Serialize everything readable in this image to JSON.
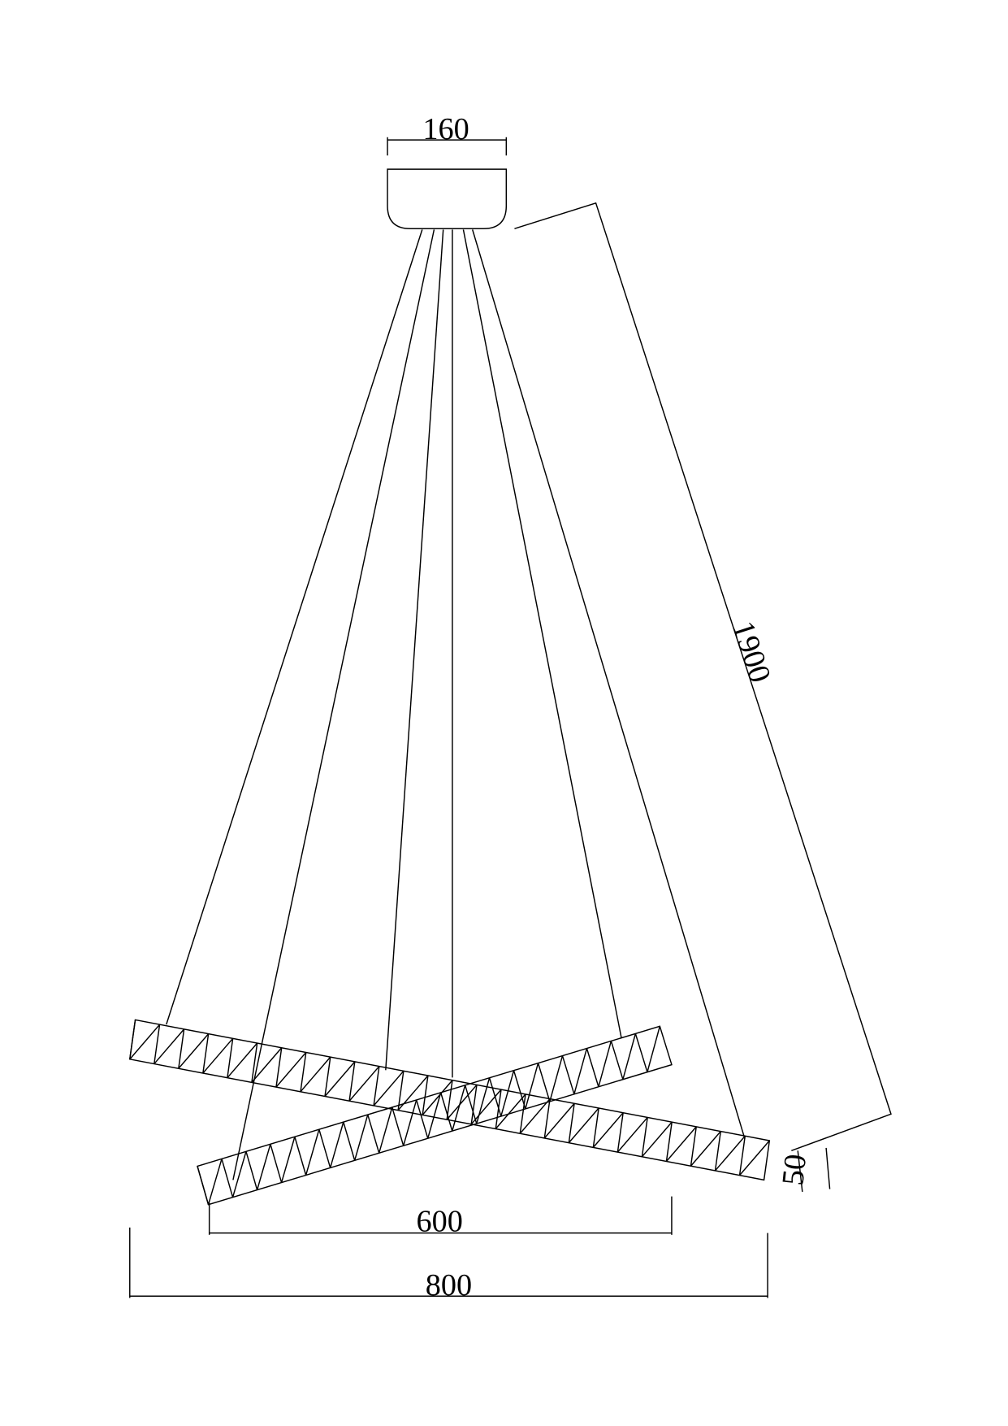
{
  "drawing": {
    "title": "Pendant lamp dimension drawing",
    "line_color": "#000000",
    "background": "#ffffff"
  },
  "dimensions": {
    "canopy_width": "160",
    "overall_height": "1900",
    "ring_thickness": "50",
    "small_ring_diameter": "600",
    "large_ring_diameter": "800"
  }
}
